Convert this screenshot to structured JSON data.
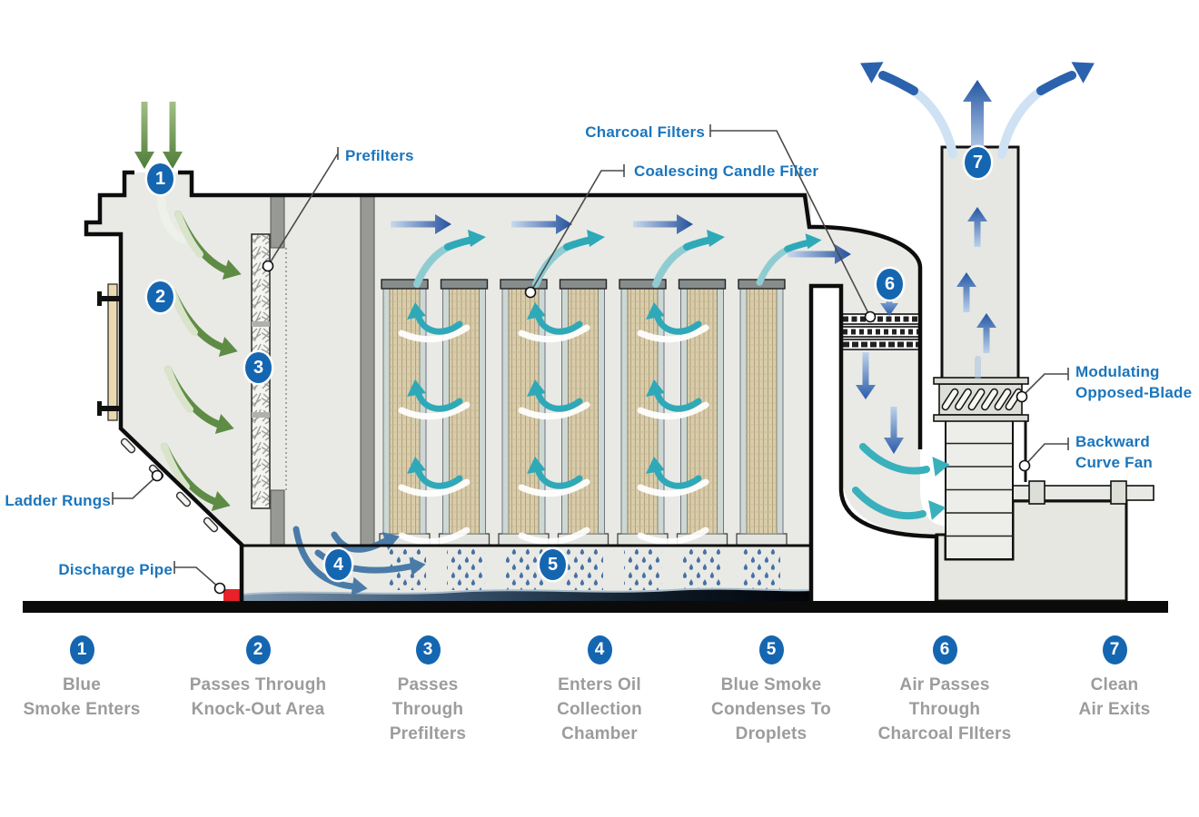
{
  "labels": {
    "prefilters": "Prefilters",
    "coalescing_candle_filter": "Coalescing Candle Filter",
    "charcoal_filters": "Charcoal Filters",
    "modulating_1": "Modulating",
    "modulating_2": "Opposed-Blade",
    "backward_1": "Backward",
    "backward_2": "Curve Fan",
    "ladder_rungs": "Ladder Rungs",
    "discharge_pipe": "Discharge Pipe"
  },
  "step_badges": {
    "s1": "1",
    "s2": "2",
    "s3": "3",
    "s4": "4",
    "s5": "5",
    "s6": "6",
    "s7": "7"
  },
  "legend": {
    "items": [
      {
        "num": "1",
        "lines": [
          "Blue",
          "Smoke Enters"
        ]
      },
      {
        "num": "2",
        "lines": [
          "Passes Through",
          "Knock-Out Area"
        ]
      },
      {
        "num": "3",
        "lines": [
          "Passes",
          "Through",
          "Prefilters"
        ]
      },
      {
        "num": "4",
        "lines": [
          "Enters Oil",
          "Collection",
          "Chamber"
        ]
      },
      {
        "num": "5",
        "lines": [
          "Blue Smoke",
          "Condenses To",
          "Droplets"
        ]
      },
      {
        "num": "6",
        "lines": [
          "Air Passes",
          "Through",
          "Charcoal FIlters"
        ]
      },
      {
        "num": "7",
        "lines": [
          "Clean",
          "Air Exits"
        ]
      }
    ]
  },
  "colors": {
    "label_blue": "#1b75bc",
    "badge_blue": "#1566b1",
    "legend_gray": "#9c9c9c",
    "housing_fill": "#e9eae5",
    "outline_black": "#0d0d0d",
    "green_arrow": "#5f8c45",
    "dark_blue_arrow": "#27549f",
    "teal_arrow": "#2fa9b8",
    "steel_blue_arrow": "#4a7ba8",
    "filter_tan": "#d9cdab",
    "discharge_red": "#e8212a",
    "pool_dark": "#0c1824"
  }
}
